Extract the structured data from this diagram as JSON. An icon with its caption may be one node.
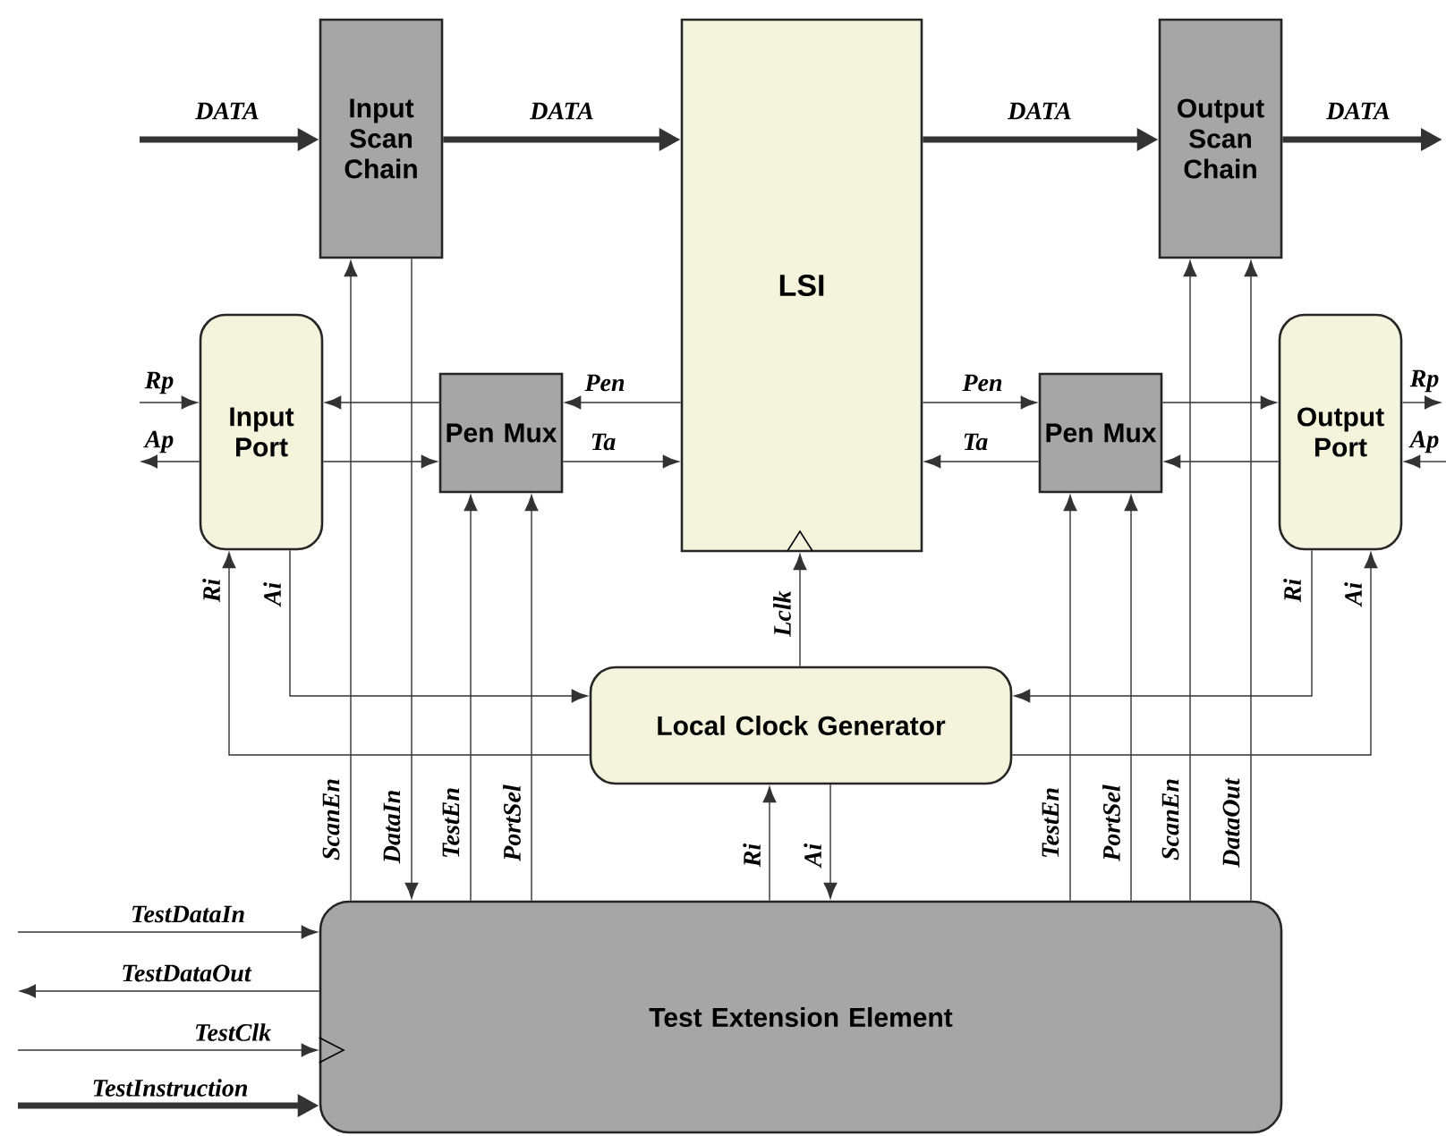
{
  "diagram": {
    "nodes": [
      {
        "text": [
          "Input Scan Chain"
        ]
      },
      {
        "text": [
          "LSI"
        ]
      },
      {
        "text": [
          "Output Scan Chain"
        ]
      },
      {
        "text": [
          "Input Port"
        ]
      },
      {
        "text": [
          "Pen Mux"
        ]
      },
      {
        "text": [
          "Pen Mux"
        ]
      },
      {
        "text": [
          "Output Port"
        ]
      },
      {
        "text": [
          "Local Clock Generator"
        ]
      },
      {
        "text": [
          "Test Extension Element"
        ]
      }
    ],
    "edges": [
      {
        "from": null,
        "to": 0,
        "arrow": "to",
        "label": "DATA",
        "style": "thick"
      },
      {
        "from": 0,
        "to": 1,
        "arrow": "to",
        "label": "DATA",
        "style": "thick"
      },
      {
        "from": 1,
        "to": 2,
        "arrow": "to",
        "label": "DATA",
        "style": "thick"
      },
      {
        "from": 2,
        "to": null,
        "arrow": "to",
        "label": "DATA",
        "style": "thick"
      },
      {
        "from": null,
        "to": 3,
        "arrow": "to",
        "label": "Rp"
      },
      {
        "from": 3,
        "to": null,
        "arrow": "to",
        "label": "Ap"
      },
      {
        "from": 4,
        "to": 3,
        "arrow": "to"
      },
      {
        "from": 3,
        "to": 4,
        "arrow": "to"
      },
      {
        "from": 1,
        "to": 4,
        "arrow": "to",
        "label": "Pen"
      },
      {
        "from": 4,
        "to": 1,
        "arrow": "to",
        "label": "Ta"
      },
      {
        "from": 1,
        "to": 5,
        "arrow": "to",
        "label": "Pen"
      },
      {
        "from": 5,
        "to": 1,
        "arrow": "to",
        "label": "Ta"
      },
      {
        "from": 5,
        "to": 6,
        "arrow": "to"
      },
      {
        "from": 6,
        "to": 5,
        "arrow": "to"
      },
      {
        "from": 6,
        "to": null,
        "arrow": "to",
        "label": "Rp"
      },
      {
        "from": null,
        "to": 6,
        "arrow": "to",
        "label": "Ap"
      },
      {
        "from": 7,
        "to": 3,
        "arrow": "to",
        "label": "Ri"
      },
      {
        "from": 3,
        "to": 7,
        "arrow": "to",
        "label": "Ai"
      },
      {
        "from": 6,
        "to": 7,
        "arrow": "to",
        "label": "Ri"
      },
      {
        "from": 7,
        "to": 6,
        "arrow": "to",
        "label": "Ai"
      },
      {
        "from": 7,
        "to": 1,
        "arrow": "to",
        "label": "Lclk"
      },
      {
        "from": 8,
        "to": 7,
        "arrow": "to",
        "label": "Ri"
      },
      {
        "from": 7,
        "to": 8,
        "arrow": "to",
        "label": "Ai"
      },
      {
        "from": 8,
        "to": 0,
        "arrow": "to",
        "label": "ScanEn"
      },
      {
        "from": 0,
        "to": 8,
        "arrow": "to",
        "label": "DataIn"
      },
      {
        "from": 8,
        "to": 4,
        "arrow": "to",
        "label": "TestEn"
      },
      {
        "from": 8,
        "to": 4,
        "arrow": "to",
        "label": "PortSel"
      },
      {
        "from": 8,
        "to": 5,
        "arrow": "to",
        "label": "TestEn"
      },
      {
        "from": 8,
        "to": 5,
        "arrow": "to",
        "label": "PortSel"
      },
      {
        "from": 8,
        "to": 2,
        "arrow": "to",
        "label": "ScanEn"
      },
      {
        "from": 8,
        "to": 2,
        "arrow": "to",
        "label": "DataOut"
      },
      {
        "from": null,
        "to": 8,
        "arrow": "to",
        "label": "TestDataIn"
      },
      {
        "from": 8,
        "to": null,
        "arrow": "to",
        "label": "TestDataOut"
      },
      {
        "from": null,
        "to": 8,
        "arrow": "to",
        "label": "TestClk"
      },
      {
        "from": null,
        "to": 8,
        "arrow": "to",
        "label": "TestInstruction",
        "style": "thick"
      }
    ]
  }
}
